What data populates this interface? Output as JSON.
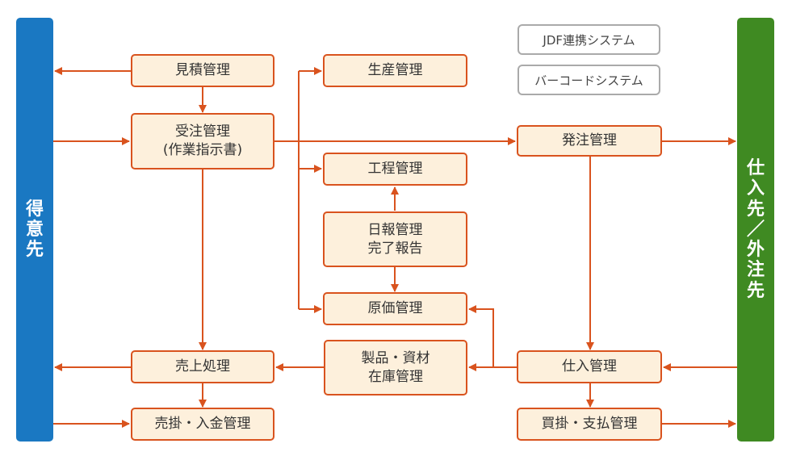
{
  "left_bar": {
    "chars": [
      "得",
      "意",
      "先"
    ]
  },
  "right_bar": {
    "chars": [
      "仕",
      "入",
      "先",
      "／",
      "外",
      "注",
      "先"
    ]
  },
  "systems": {
    "jdf": "JDF連携システム",
    "barcode": "バーコードシステム"
  },
  "boxes": {
    "mitsumori": [
      "見積管理"
    ],
    "juchu": [
      "受注管理",
      "(作業指示書)"
    ],
    "uriage": [
      "売上処理"
    ],
    "urikake": [
      "売掛・入金管理"
    ],
    "seisan": [
      "生産管理"
    ],
    "koutei": [
      "工程管理"
    ],
    "nippou": [
      "日報管理",
      "完了報告"
    ],
    "genka": [
      "原価管理"
    ],
    "seihin": [
      "製品・資材",
      "在庫管理"
    ],
    "hacchu": [
      "発注管理"
    ],
    "shiire": [
      "仕入管理"
    ],
    "kaikake": [
      "買掛・支払管理"
    ]
  },
  "colors": {
    "arrow": "#d9531e",
    "box_fill": "#fdf0dc",
    "box_border": "#d9531e",
    "customer_bar": "#1a78c2",
    "supplier_bar": "#3f8a22",
    "system_border": "#aaaaaa"
  }
}
